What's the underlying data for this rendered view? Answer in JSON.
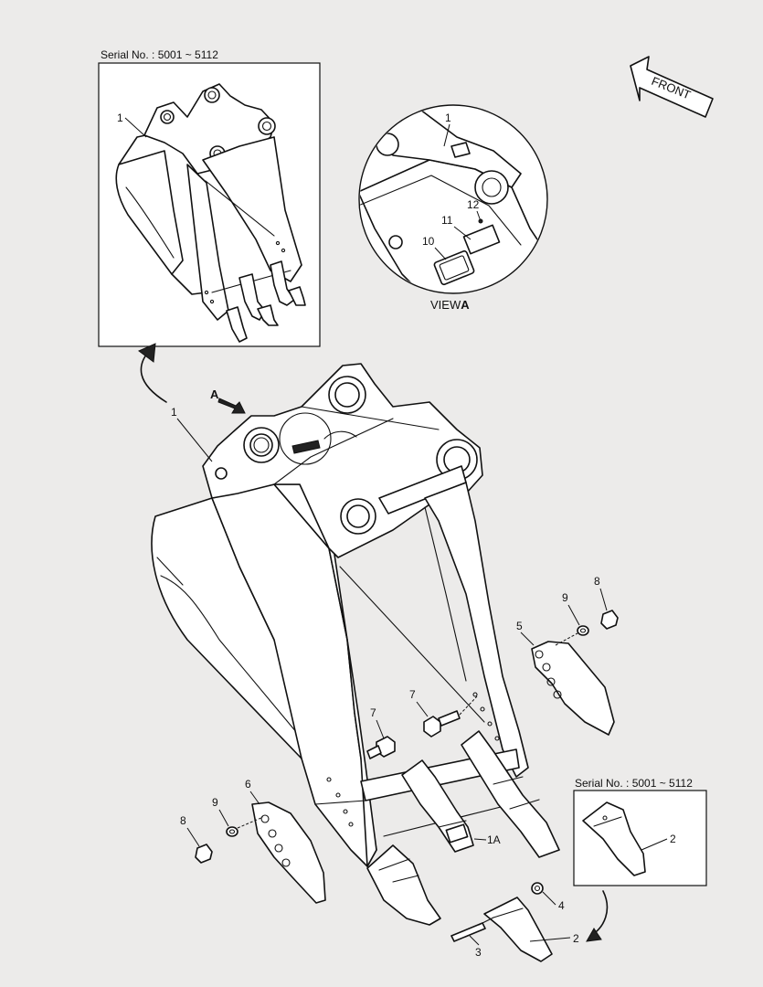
{
  "serial_label_top": "Serial No. : 5001 ~ 5112",
  "serial_label_bottom": "Serial No. : 5001 ~ 5112",
  "front_label": "FRONT",
  "view_label": "VIEW",
  "view_letter": "A",
  "arrow_letter": "A",
  "callouts": {
    "inset_1": "1",
    "view_1": "1",
    "view_10": "10",
    "view_11": "11",
    "view_12": "12",
    "main_1": "1",
    "main_1a": "1A",
    "c2_main": "2",
    "c2_inset": "2",
    "c3": "3",
    "c4": "4",
    "c5": "5",
    "c6": "6",
    "c7_left": "7",
    "c7_right": "7",
    "c8_left": "8",
    "c8_right": "8",
    "c9_left": "9",
    "c9_right": "9"
  }
}
